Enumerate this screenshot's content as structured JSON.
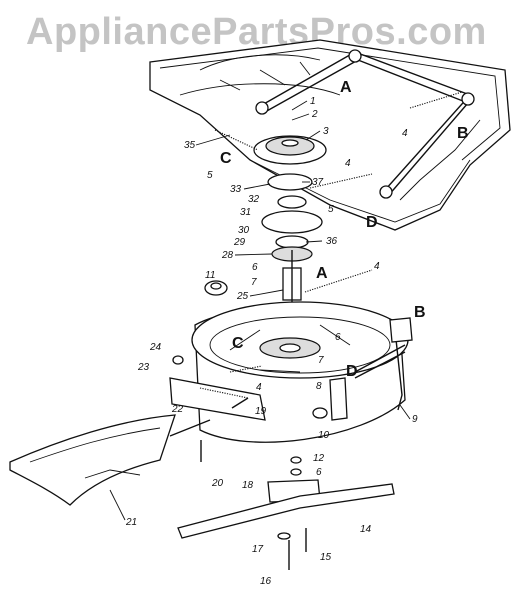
{
  "watermark": "AppliancePartsPros.com",
  "callouts": {
    "c1": "1",
    "c2": "2",
    "c3": "3",
    "c4a": "4",
    "c4b": "4",
    "c4c": "4",
    "c4d": "4",
    "c5a": "5",
    "c5b": "5",
    "c6a": "6",
    "c6b": "6",
    "c6c": "6",
    "c7a": "7",
    "c7b": "7",
    "c8": "8",
    "c9": "9",
    "c10": "10",
    "c11": "11",
    "c12": "12",
    "c14": "14",
    "c15": "15",
    "c16": "16",
    "c17": "17",
    "c18": "18",
    "c19": "19",
    "c20": "20",
    "c21": "21",
    "c22": "22",
    "c23": "23",
    "c24": "24",
    "c25": "25",
    "c28": "28",
    "c29": "29",
    "c30": "30",
    "c31": "31",
    "c32": "32",
    "c33": "33",
    "c35": "35",
    "c36": "36",
    "c37": "37"
  },
  "letters": {
    "A1": "A",
    "B1": "B",
    "C1": "C",
    "D1": "D",
    "A2": "A",
    "B2": "B",
    "C2": "C",
    "D2": "D"
  }
}
